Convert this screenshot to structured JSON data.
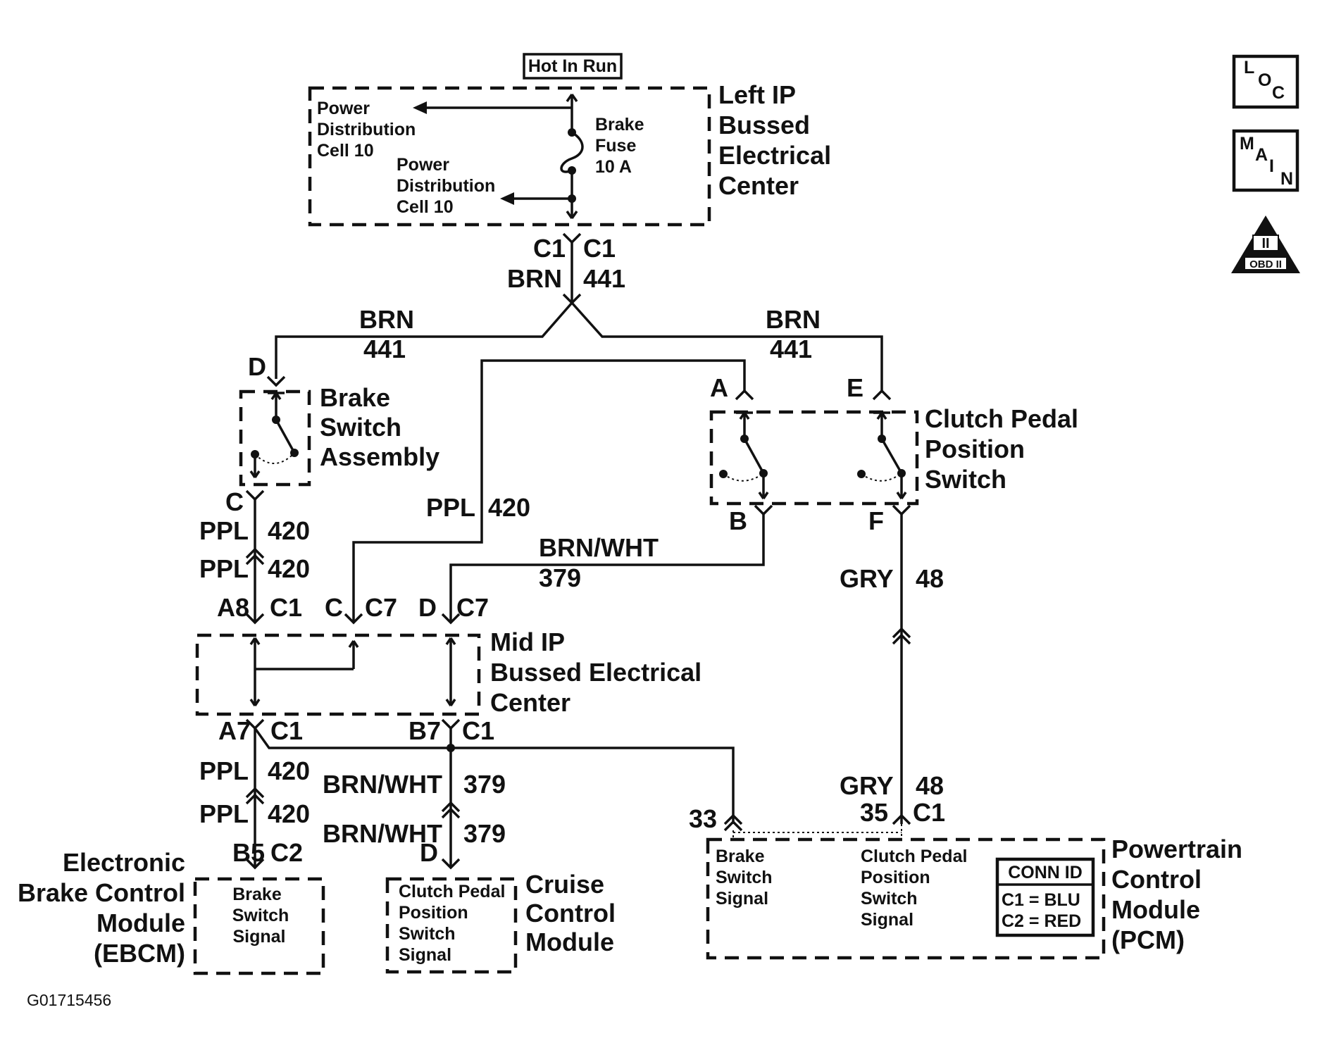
{
  "header": {
    "power_label": "Hot In Run"
  },
  "icons": {
    "loc": [
      "L",
      "O",
      "C"
    ],
    "main": [
      "M",
      "A",
      "I",
      "N"
    ],
    "obd_numeral": "II",
    "obd_label": "OBD II"
  },
  "left_ip_bec": {
    "title_lines": [
      "Left IP",
      "Bussed",
      "Electrical",
      "Center"
    ],
    "pd_upper_lines": [
      "Power",
      "Distribution",
      "Cell 10"
    ],
    "pd_lower_lines": [
      "Power",
      "Distribution",
      "Cell 10"
    ],
    "fuse_lines": [
      "Brake",
      "Fuse",
      "10 A"
    ],
    "connector_left": "C1",
    "connector_right": "C1"
  },
  "feed": {
    "color": "BRN",
    "circuit": "441"
  },
  "branches": {
    "left_color": "BRN",
    "left_circuit": "441",
    "right_color": "BRN",
    "right_circuit": "441"
  },
  "brake_switch": {
    "title_lines": [
      "Brake",
      "Switch",
      "Assembly"
    ],
    "pin_top": "D",
    "pin_bottom": "C"
  },
  "clutch_switch": {
    "title_lines": [
      "Clutch Pedal",
      "Position",
      "Switch"
    ],
    "pin_a": "A",
    "pin_e": "E",
    "pin_b": "B",
    "pin_f": "F"
  },
  "wires": {
    "ppl_420_mid_color": "PPL",
    "ppl_420_mid_circuit": "420",
    "ppl_420_a_color": "PPL",
    "ppl_420_a_circuit": "420",
    "ppl_420_b_color": "PPL",
    "ppl_420_b_circuit": "420",
    "brnwht_379_top_color": "BRN/WHT",
    "brnwht_379_top_circuit": "379",
    "gry_48_top_color": "GRY",
    "gry_48_top_circuit": "48",
    "ppl_420_c_color": "PPL",
    "ppl_420_c_circuit": "420",
    "ppl_420_d_color": "PPL",
    "ppl_420_d_circuit": "420",
    "brnwht_379_a_color": "BRN/WHT",
    "brnwht_379_a_circuit": "379",
    "brnwht_379_b_color": "BRN/WHT",
    "brnwht_379_b_circuit": "379",
    "gry_48_bottom_color": "GRY",
    "gry_48_bottom_circuit": "48"
  },
  "mid_ip_bec": {
    "title_lines": [
      "Mid IP",
      "Bussed Electrical",
      "Center"
    ],
    "top_a8": "A8",
    "top_c1": "C1",
    "top_c": "C",
    "top_c7_a": "C7",
    "top_d": "D",
    "top_c7_b": "C7",
    "bottom_a7": "A7",
    "bottom_c1_a": "C1",
    "bottom_b7": "B7",
    "bottom_c1_b": "C1"
  },
  "ebcm": {
    "title_lines": [
      "Electronic",
      "Brake Control",
      "Module",
      "(EBCM)"
    ],
    "pin": "B5",
    "connector": "C2",
    "signal_lines": [
      "Brake",
      "Switch",
      "Signal"
    ]
  },
  "cruise": {
    "title_lines": [
      "Cruise",
      "Control",
      "Module"
    ],
    "pin": "D",
    "signal_lines": [
      "Clutch Pedal",
      "Position",
      "Switch",
      "Signal"
    ]
  },
  "pcm": {
    "title_lines": [
      "Powertrain",
      "Control",
      "Module",
      "(PCM)"
    ],
    "pin_33": "33",
    "pin_35": "35",
    "connector": "C1",
    "brake_signal_lines": [
      "Brake",
      "Switch",
      "Signal"
    ],
    "clutch_signal_lines": [
      "Clutch Pedal",
      "Position",
      "Switch",
      "Signal"
    ],
    "conn_id_title": "CONN ID",
    "conn_id_c1": "C1 = BLU",
    "conn_id_c2": "C2 = RED"
  },
  "footer": {
    "figure_id": "G01715456"
  }
}
